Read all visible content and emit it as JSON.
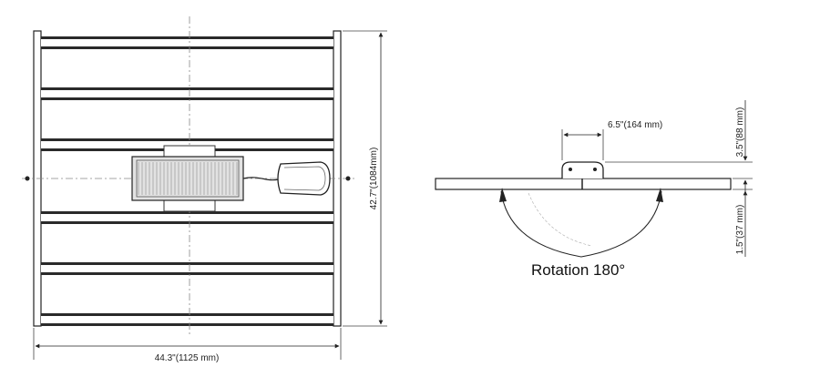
{
  "front_view": {
    "width_label": "44.3\"(1125 mm)",
    "height_label": "42.7\"(1084mm)"
  },
  "side_view": {
    "mount_width_label": "6.5\"(164 mm)",
    "mount_height_label": "3.5\"(88 mm)",
    "bar_depth_label": "1.5\"(37 mm)",
    "rotation_label": "Rotation 180°"
  },
  "colors": {
    "line": "#1a1a1a",
    "bar_dark": "#2a2a2a",
    "bar_light": "#bdbdbd",
    "driver_fill": "#d9d9d9"
  }
}
